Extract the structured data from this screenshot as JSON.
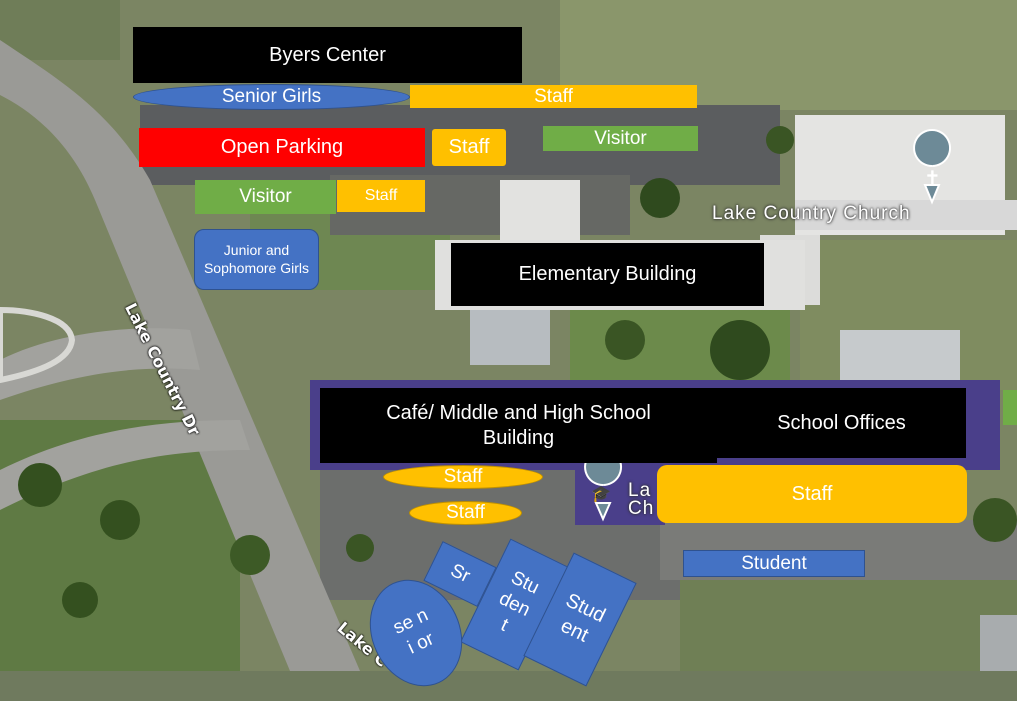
{
  "map": {
    "road_label_1": "Lake Country Dr",
    "road_label_2": "Lake C",
    "church_label": "Lake Country Church",
    "church_label_2": "La",
    "church_label_3": "Ch"
  },
  "zones": {
    "byers_center": "Byers Center",
    "senior_girls": "Senior Girls",
    "staff_top": "Staff",
    "open_parking": "Open Parking",
    "staff_small": "Staff",
    "visitor_right": "Visitor",
    "visitor_left": "Visitor",
    "staff_left": "Staff",
    "junior_soph_girls": "Junior and Sophomore Girls",
    "elementary_building": "Elementary Building",
    "cafe_building": "Café/ Middle and High School Building",
    "school_offices": "School Offices",
    "staff_oval_1": "Staff",
    "staff_oval_2": "Staff",
    "staff_big": "Staff",
    "student_right": "Student",
    "sr": "Sr",
    "student_rot_1": "Stud­ent",
    "student_rot_2": "Stud ent",
    "senior_oval": "se ni or"
  },
  "colors": {
    "staff": "#ffc000",
    "visitor": "#70ad47",
    "open_parking": "#ff0000",
    "student": "#4472c4",
    "building": "#000000"
  }
}
